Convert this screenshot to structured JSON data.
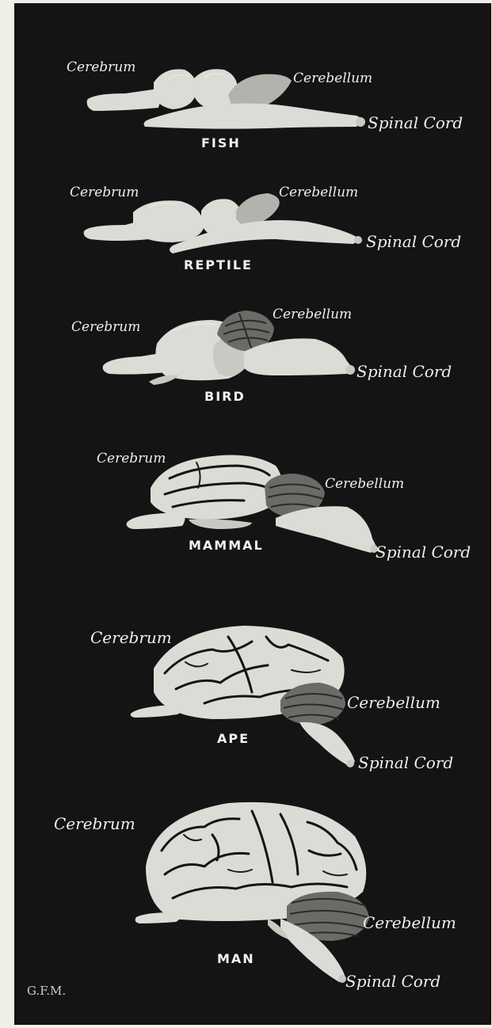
{
  "labels": {
    "cerebrum": "Cerebrum",
    "cerebellum": "Cerebellum",
    "spinal_cord": "Spinal Cord"
  },
  "animals": [
    {
      "name": "FISH"
    },
    {
      "name": "REPTILE"
    },
    {
      "name": "BIRD"
    },
    {
      "name": "MAMMAL"
    },
    {
      "name": "APE"
    },
    {
      "name": "MAN"
    }
  ],
  "signature": "G.F.M.",
  "colors": {
    "background": "#141414",
    "brain_tissue": "#dcdcd6",
    "border": "#efefe7"
  }
}
